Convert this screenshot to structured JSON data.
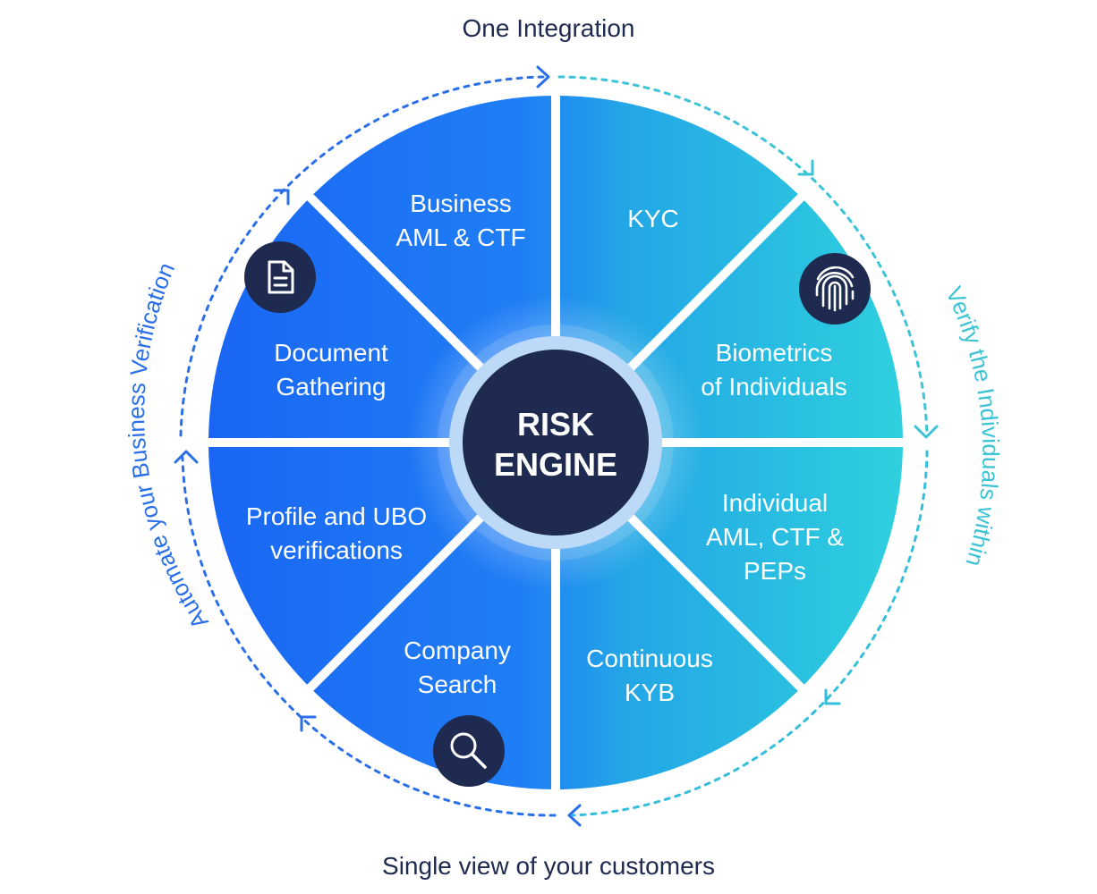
{
  "diagram": {
    "top_caption": "One Integration",
    "bottom_caption": "Single view of your customers",
    "left_arc_caption": "Automate your Business Verification",
    "right_arc_caption": "Verify the Individuals within",
    "center": {
      "line1": "RISK",
      "line2": "ENGINE"
    },
    "segments": [
      {
        "key": "business-aml-ctf",
        "lines": [
          "Business",
          "AML & CTF"
        ]
      },
      {
        "key": "kyc",
        "lines": [
          "KYC"
        ]
      },
      {
        "key": "biometrics",
        "lines": [
          "Biometrics",
          "of Individuals"
        ]
      },
      {
        "key": "individual-aml",
        "lines": [
          "Individual",
          "AML, CTF &",
          "PEPs"
        ]
      },
      {
        "key": "continuous-kyb",
        "lines": [
          "Continuous",
          "KYB"
        ]
      },
      {
        "key": "company-search",
        "lines": [
          "Company",
          "Search"
        ]
      },
      {
        "key": "profile-ubo",
        "lines": [
          "Profile and UBO",
          "verifications"
        ]
      },
      {
        "key": "document-gathering",
        "lines": [
          "Document",
          "Gathering"
        ]
      }
    ],
    "icons": [
      {
        "name": "document-icon",
        "segment": "document-gathering"
      },
      {
        "name": "fingerprint-icon",
        "segment": "biometrics"
      },
      {
        "name": "search-icon",
        "segment": "company-search"
      }
    ],
    "colors": {
      "dark_navy": "#1e2a4f",
      "blue": "#1a6cf6",
      "cyan": "#2ec7d8",
      "left_arc": "#2a6fe8",
      "right_arc": "#3cc3d6",
      "center_ring": "#bcd9f7"
    }
  }
}
